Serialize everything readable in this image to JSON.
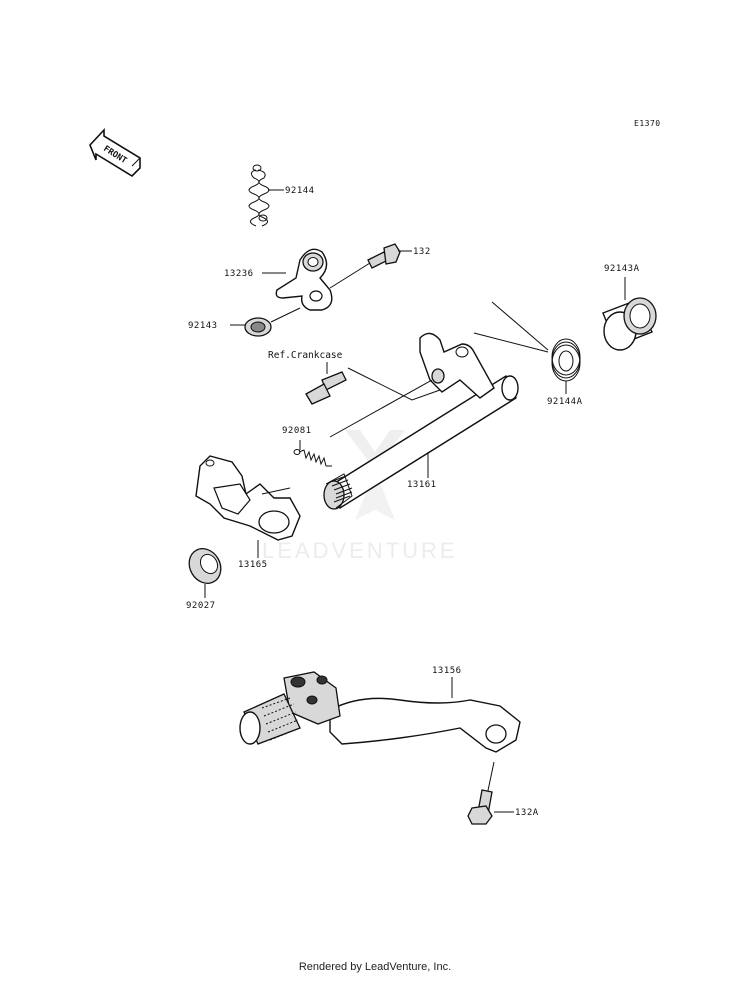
{
  "diagram": {
    "code": "E1370",
    "front_label": "FRONT",
    "watermark": "LEADVENTURE",
    "labels": {
      "spring_top": "92144",
      "bolt_132": "132",
      "lever_13236": "13236",
      "collar_92143": "92143",
      "collar_92143a": "92143A",
      "ref_crankcase": "Ref.Crankcase",
      "spring_92144a": "92144A",
      "spring_92081": "92081",
      "shaft_13161": "13161",
      "plate_13165": "13165",
      "washer_92027": "92027",
      "pedal_13156": "13156",
      "bolt_132a": "132A"
    }
  },
  "footer": {
    "text": "Rendered by LeadVenture, Inc."
  }
}
